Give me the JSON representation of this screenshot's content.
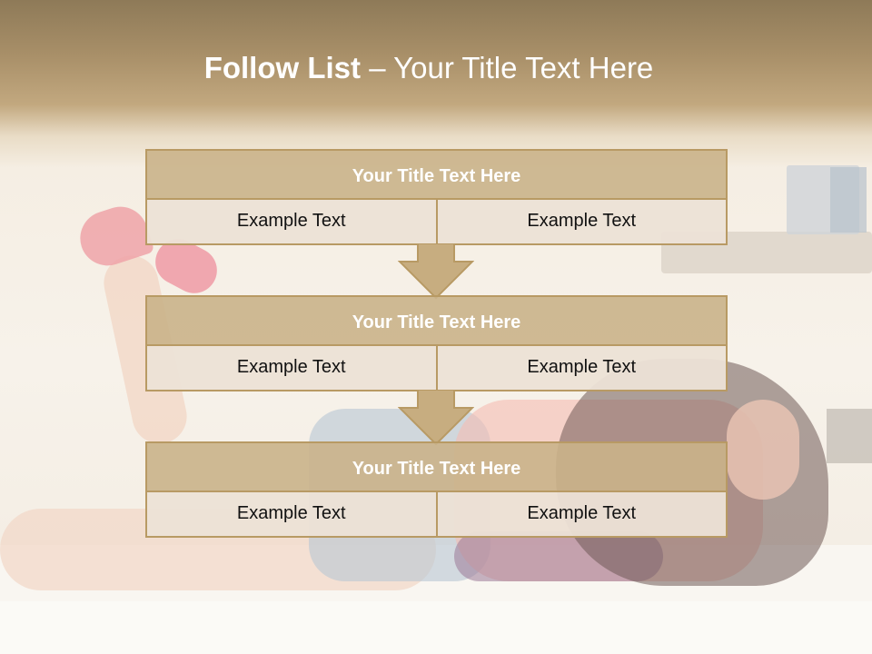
{
  "slide": {
    "title_bold": "Follow List",
    "title_rest": " – Your Title Text Here"
  },
  "blocks": [
    {
      "header": "Your Title Text Here",
      "left": "Example Text",
      "right": "Example Text"
    },
    {
      "header": "Your Title Text Here",
      "left": "Example Text",
      "right": "Example Text"
    },
    {
      "header": "Your Title Text Here",
      "left": "Example Text",
      "right": "Example Text"
    }
  ],
  "colors": {
    "header_fill": "#cab28a",
    "border": "#b89a64",
    "cell_fill": "#ece2d6",
    "arrow_fill": "#c7ad80"
  }
}
